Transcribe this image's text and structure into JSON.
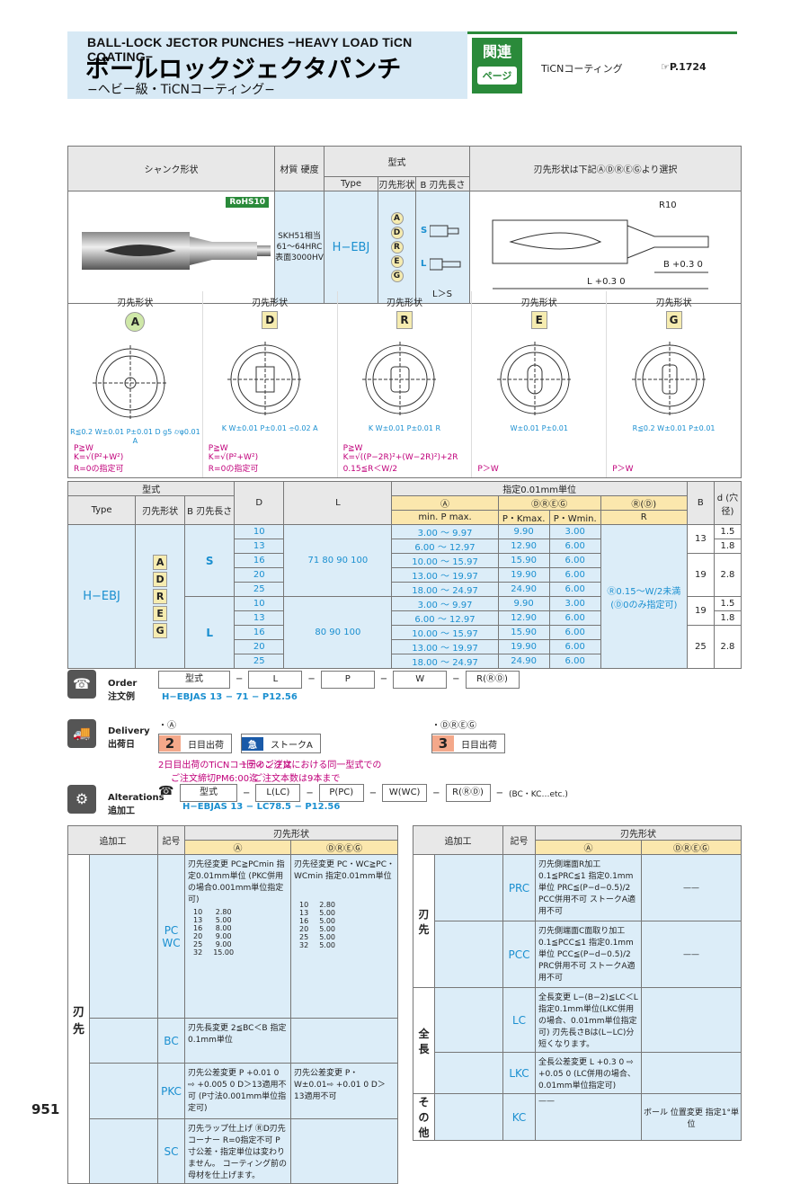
{
  "header": {
    "title_en": "BALL-LOCK JECTOR PUNCHES −HEAVY LOAD TiCN COATING−",
    "title_jp": "ボールロックジェクタパンチ",
    "subtitle": "−ヘビー級・TiCNコーティング−",
    "related_label": "関連",
    "related_sub": "ページ",
    "related_item": "TiCNコーティング",
    "related_page": "P.1724"
  },
  "spec": {
    "col_shank": "シャンク形状",
    "col_material": "材質 硬度",
    "col_type_group": "型式",
    "col_type": "Type",
    "col_tip": "刃先形状",
    "col_b": "B 刃先長さ",
    "col_tip_select": "刃先形状は下記ⒶⒹⓇⒺⒼより選択",
    "rohs": "RoHS10",
    "material": "SKH51相当",
    "hardness": "61～64HRC",
    "surface": "表面3000HV",
    "type": "H−EBJ",
    "tips": [
      "A",
      "D",
      "R",
      "E",
      "G"
    ],
    "s_label": "S",
    "l_label": "L",
    "lgts": "L＞S",
    "r10": "R10",
    "dim_b": "B +0.3 0",
    "dim_l": "L +0.3 0"
  },
  "tips": [
    {
      "label": "刃先形状",
      "code": "A",
      "notes": [
        "P≧W",
        "K=√(P²+W²)",
        "R=0の指定可"
      ],
      "dims": "R≦0.2  W±0.01  P±0.01  D g5  ⌭φ0.01 A"
    },
    {
      "label": "刃先形状",
      "code": "D",
      "notes": [
        "P≧W",
        "K=√(P²+W²)",
        "R=0の指定可"
      ],
      "dims": "K  W±0.01  P±0.01  ⌯0.02 A"
    },
    {
      "label": "刃先形状",
      "code": "R",
      "notes": [
        "P≧W",
        "K=√((P−2R)²+(W−2R)²)+2R",
        "0.15≦R＜W/2"
      ],
      "dims": "K  W±0.01  P±0.01  R"
    },
    {
      "label": "刃先形状",
      "code": "E",
      "notes": [
        "P＞W"
      ],
      "dims": "W±0.01  P±0.01"
    },
    {
      "label": "刃先形状",
      "code": "G",
      "notes": [
        "P＞W"
      ],
      "dims": "R≦0.2  W±0.01  P±0.01"
    }
  ],
  "main_table": {
    "h_type_group": "型式",
    "h_type": "Type",
    "h_tip": "刃先形状",
    "h_b": "B 刃先長さ",
    "h_d": "D",
    "h_l": "L",
    "h_unit": "指定0.01mm単位",
    "h_a": "Ⓐ",
    "h_dreg": "ⒹⓇⒺⒼ",
    "h_rd": "Ⓡ(Ⓓ)",
    "h_minp": "min. P max.",
    "h_pk": "P・Kmax.",
    "h_pw": "P・Wmin.",
    "h_r": "R",
    "h_bcol": "B",
    "h_dcol": "d (穴径)",
    "type": "H−EBJ",
    "s": "S",
    "l": "L",
    "l_vals_s": "71  80  90  100",
    "l_vals_l": "80  90  100",
    "r_note": "Ⓡ0.15～W/2未満",
    "r_note2": "(Ⓓ0のみ指定可)",
    "rows": [
      {
        "d": "10",
        "p": "3.00 ～  9.97",
        "pk": "9.90",
        "pw": "3.00"
      },
      {
        "d": "13",
        "p": "6.00 ～ 12.97",
        "pk": "12.90",
        "pw": "6.00"
      },
      {
        "d": "16",
        "p": "10.00 ～ 15.97",
        "pk": "15.90",
        "pw": "6.00"
      },
      {
        "d": "20",
        "p": "13.00 ～ 19.97",
        "pk": "19.90",
        "pw": "6.00"
      },
      {
        "d": "25",
        "p": "18.00 ～ 24.97",
        "pk": "24.90",
        "pw": "6.00"
      }
    ],
    "b_s": [
      "13",
      "19"
    ],
    "d_s": [
      "1.5",
      "1.8",
      "2.8"
    ],
    "b_l": [
      "19",
      "25"
    ],
    "d_l": [
      "1.5",
      "1.8",
      "2.8"
    ]
  },
  "order": {
    "label_en": "Order",
    "label_jp": "注文例",
    "fields": [
      "型式",
      "L",
      "P",
      "W",
      "R(ⓇⒹ)"
    ],
    "example": "H−EBJAS 13   −   71   −  P12.56"
  },
  "delivery": {
    "label_en": "Delivery",
    "label_jp": "出荷日",
    "a": "・Ⓐ",
    "days_a": "2",
    "days_a_txt": "日目出荷",
    "express": "急",
    "stock": "ストークA",
    "dreg": "・ⒹⓇⒺⒼ",
    "days_d": "3",
    "days_d_txt": "日目出荷",
    "note1": "2日目出荷のTiCNコーティングは",
    "note1b": "ご注文締切PM6:00迄",
    "note2": "1回のご注文における同一型式での",
    "note2b": "ご注文本数は9本まで"
  },
  "alter": {
    "label_en": "Alterations",
    "label_jp": "追加工",
    "fields": [
      "型式",
      "L(LC)",
      "P(PC)",
      "W(WC)",
      "R(ⓇⒹ)",
      "(BC・KC…etc.)"
    ],
    "example": "H−EBJAS 13   −   LC78.5   −   P12.56"
  },
  "left_tbl": {
    "h_work": "追加工",
    "h_code": "記号",
    "h_tip": "刃先形状",
    "h_a": "Ⓐ",
    "h_dreg": "ⒹⓇⒺⒼ",
    "side": "刃先",
    "rows": [
      {
        "code": "PC WC",
        "a": "刃先径変更 PC≧PCmin 指定0.01mm単位 (PKC併用の場合0.001mm単位指定可)",
        "d": "刃先径変更 PC・WC≧PC・WCmin 指定0.01mm単位"
      },
      {
        "code": "BC",
        "a": "刃先長変更 2≦BC＜B 指定0.1mm単位",
        "d": ""
      },
      {
        "code": "PKC",
        "a": "刃先公差変更 P +0.01 0 ⇨ +0.005 0  D＞13適用不可 (P寸法0.001mm単位指定可)",
        "d": "刃先公差変更 P・W±0.01⇨ +0.01 0  D＞13適用不可"
      },
      {
        "code": "SC",
        "a": "刃先ラップ仕上げ ⓇD刃先コーナー R=0指定不可 P寸公差・指定単位は変わりません。 コーティング前の母材を仕上げます。",
        "d": ""
      }
    ],
    "pcmin": [
      [
        "10",
        "2.80"
      ],
      [
        "13",
        "5.00"
      ],
      [
        "16",
        "8.00"
      ],
      [
        "20",
        "9.00"
      ],
      [
        "25",
        "9.00"
      ],
      [
        "32",
        "15.00"
      ]
    ],
    "pcwc": [
      [
        "10",
        "2.80"
      ],
      [
        "13",
        "5.00"
      ],
      [
        "16",
        "5.00"
      ],
      [
        "20",
        "5.00"
      ],
      [
        "25",
        "5.00"
      ],
      [
        "32",
        "5.00"
      ]
    ]
  },
  "right_tbl": {
    "h_work": "追加工",
    "h_code": "記号",
    "h_tip": "刃先形状",
    "h_a": "Ⓐ",
    "h_dreg": "ⒹⓇⒺⒼ",
    "rows": [
      {
        "side": "刃先",
        "code": "PRC",
        "a": "刃先側端面R加工 0.1≦PRC≦1 指定0.1mm単位 PRC≦(P−d−0.5)/2 PCC併用不可 ストークA適用不可",
        "d": "——"
      },
      {
        "side": "",
        "code": "PCC",
        "a": "刃先側端面C面取り加工 0.1≦PCC≦1 指定0.1mm単位 PCC≦(P−d−0.5)/2 PRC併用不可 ストークA適用不可",
        "d": "——"
      },
      {
        "side": "全長",
        "code": "LC",
        "a": "全長変更 L−(B−2)≦LC＜L 指定0.1mm単位(LKC併用の場合、0.01mm単位指定可) 刃先長さBは(L−LC)分短くなります。",
        "d": ""
      },
      {
        "side": "",
        "code": "LKC",
        "a": "全長公差変更 L +0.3 0 ⇨ +0.05 0 (LC併用の場合、0.01mm単位指定可)",
        "d": ""
      },
      {
        "side": "その他",
        "code": "KC",
        "a": "——",
        "d": "ボール 位置変更 指定1°単位"
      }
    ]
  },
  "page_no": "951"
}
